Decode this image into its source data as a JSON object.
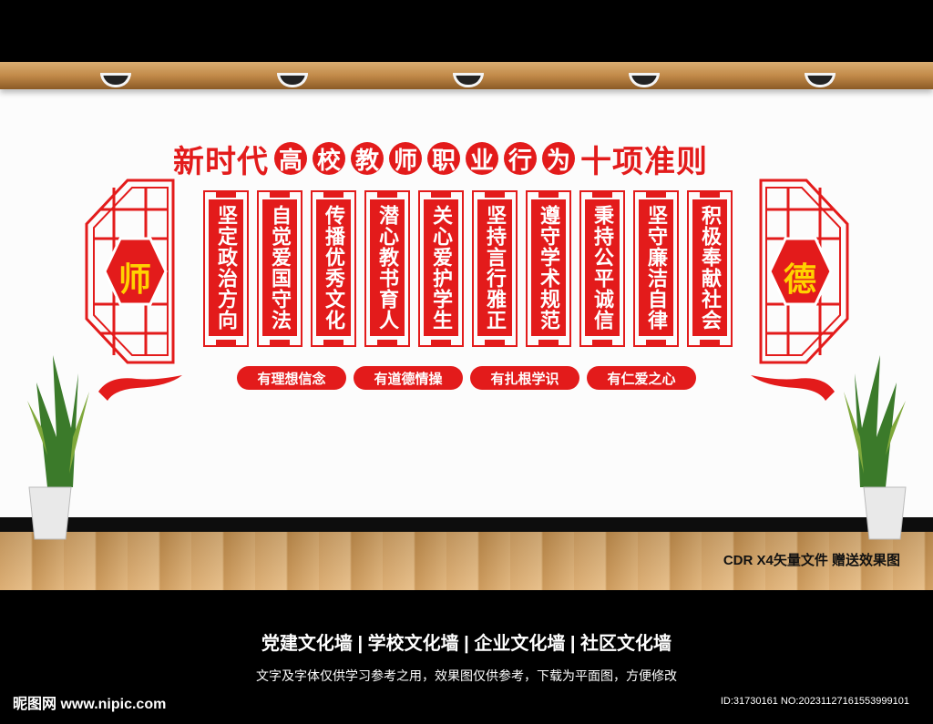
{
  "title": {
    "left": "新时代",
    "middle": [
      "高",
      "校",
      "教",
      "师",
      "职",
      "业",
      "行",
      "为"
    ],
    "right": "十项准则"
  },
  "side_chars": {
    "left": "师",
    "right": "德"
  },
  "banners": [
    "坚定政治方向",
    "自觉爱国守法",
    "传播优秀文化",
    "潜心教书育人",
    "关心爱护学生",
    "坚持言行雅正",
    "遵守学术规范",
    "秉持公平诚信",
    "坚守廉洁自律",
    "积极奉献社会"
  ],
  "pills": [
    "有理想信念",
    "有道德情操",
    "有扎根学识",
    "有仁爱之心"
  ],
  "footer": {
    "file_note": "CDR X4矢量文件  赠送效果图",
    "categories": "党建文化墙  |  学校文化墙  |  企业文化墙  |  社区文化墙",
    "disclaimer": "文字及字体仅供学习参考之用，效果图仅供参考，下载为平面图，方便修改",
    "site": "昵图网 www.nipic.com",
    "id_text": "ID:31730161 NO:20231127161553999101"
  },
  "colors": {
    "primary_red": "#e31b1b",
    "beam": "#c28a49",
    "wall": "#fcfcfc",
    "floor": "#d9a768"
  }
}
